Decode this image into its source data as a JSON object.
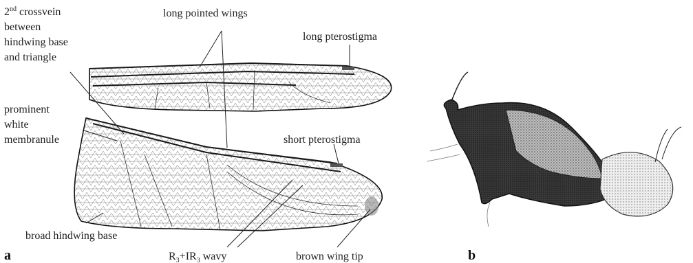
{
  "panels": {
    "a": "a",
    "b": "b"
  },
  "labels": {
    "crossvein_l1": "2",
    "crossvein_sup": "nd",
    "crossvein_l1b": " crossvein",
    "crossvein_l2": "between",
    "crossvein_l3": "hindwing base",
    "crossvein_l4": "and triangle",
    "long_pointed_wings": "long pointed wings",
    "long_pterostigma": "long pterostigma",
    "membranule_l1": "prominent",
    "membranule_l2": "white",
    "membranule_l3": "membranule",
    "short_pterostigma": "short pterostigma",
    "broad_hindwing_base": "broad hindwing base",
    "r3_R": "R",
    "r3_sub1": "3",
    "r3_mid": "+IR",
    "r3_sub2": "3",
    "r3_tail": " wavy",
    "brown_wing_tip": "brown wing tip"
  },
  "colors": {
    "ink": "#1a1a1a",
    "pterostigma": "#555555",
    "appendage_dark": "#2a2a2a",
    "appendage_light": "#bdbdbd"
  }
}
